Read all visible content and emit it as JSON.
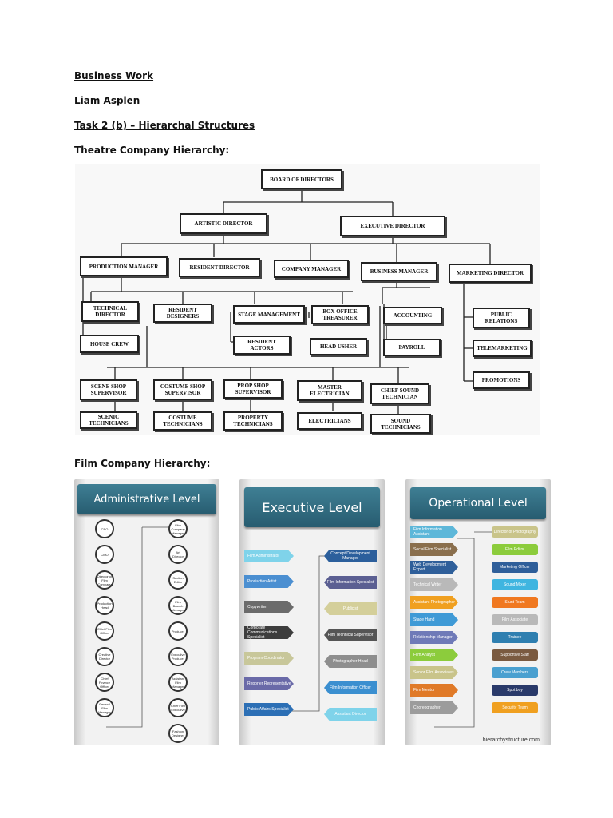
{
  "headings": {
    "line1": "Business Work",
    "line2": "Liam Asplen",
    "line3": "Task 2 (b) – Hierarchal Structures",
    "theatre_title": "Theatre Company Hierarchy:",
    "film_title": "Film Company Hierarchy:"
  },
  "theatre": {
    "board": "BOARD OF DIRECTORS",
    "artistic": "ARTISTIC DIRECTOR",
    "executive": "EXECUTIVE DIRECTOR",
    "production_manager": "PRODUCTION MANAGER",
    "resident_director": "RESIDENT DIRECTOR",
    "company_manager": "COMPANY MANAGER",
    "business_manager": "BUSINESS MANAGER",
    "marketing_director": "MARKETING DIRECTOR",
    "technical_director": "TECHNICAL DIRECTOR",
    "resident_designers": "RESIDENT DESIGNERS",
    "stage_management": "STAGE MANAGEMENT",
    "box_office": "BOX OFFICE TREASURER",
    "accounting": "ACCOUNTING",
    "public_relations": "PUBLIC RELATIONS",
    "house_crew": "HOUSE CREW",
    "resident_actors": "RESIDENT ACTORS",
    "head_usher": "HEAD USHER",
    "payroll": "PAYROLL",
    "telemarketing": "TELEMARKETING",
    "promotions": "PROMOTIONS",
    "scene_shop": "SCENE SHOP SUPERVISOR",
    "costume_shop": "COSTUME SHOP SUPERVISOR",
    "prop_shop": "PROP SHOP SUPERVISOR",
    "master_electrician": "MASTER ELECTRICIAN",
    "chief_sound": "CHIEF SOUND TECHNICIAN",
    "scenic_tech": "SCENIC TECHNICIANS",
    "costume_tech": "COSTUME TECHNICIANS",
    "property_tech": "PROPERTY TECHNICIANS",
    "electricians": "ELECTRICIANS",
    "sound_tech": "SOUND TECHNICIANS"
  },
  "film": {
    "admin": {
      "title": "Administrative Level",
      "left": [
        "CEO",
        "CMO",
        "Director of Film Company",
        "Production Head",
        "Chief Film Officer",
        "Creative Director",
        "Chief Finance Officer",
        "General Film Manager"
      ],
      "right": [
        "Film Company Manager",
        "Art Director",
        "Section Editor",
        "Film Branch Manager",
        "Producer",
        "Executive Producer",
        "Assistant Film Manager",
        "Chief Film Executive",
        "Fashion Designer"
      ]
    },
    "exec": {
      "title": "Executive Level",
      "left": [
        "Film Administrator",
        "Production Artist",
        "Copywriter",
        "Corporate Communications Specialist",
        "Program Coordinator",
        "Reporter Representative",
        "Public Affairs Specialist"
      ],
      "right": [
        "Concept Development Manager",
        "Film Information Specialist",
        "Publicist",
        "Film Technical Supervisor",
        "Photographer Head",
        "Film Information Officer",
        "Assistant Director"
      ],
      "left_colors": [
        "#7fd3ea",
        "#4b8fd1",
        "#6b6b6b",
        "#3d3d3d",
        "#c8c79a",
        "#6a6aa8",
        "#2c6fb5"
      ],
      "right_colors": [
        "#2c5f9c",
        "#5b5f92",
        "#d4cf9a",
        "#555555",
        "#8e8e8e",
        "#3b8fd0",
        "#7fd3ea"
      ]
    },
    "oper": {
      "title": "Operational Level",
      "left": [
        "Film Information Assistant",
        "Social Film Specialist",
        "Web Development Expert",
        "Technical Writer",
        "Assistant Photographer",
        "Stage Hand",
        "Relationship Manager",
        "Film Analyst",
        "Senior Film Associates",
        "Film Mentor",
        "Choreographer"
      ],
      "right": [
        "Director of Photography",
        "Film Editor",
        "Marketing Officer",
        "Sound Mixer",
        "Stunt Team",
        "Film Associate",
        "Trainee",
        "Supportive Staff",
        "Crew Members",
        "Spot boy",
        "Security Team"
      ],
      "left_colors": [
        "#5db7d9",
        "#8a6f4d",
        "#2f5f9a",
        "#b9b9b9",
        "#f0a020",
        "#3f9ad6",
        "#6f7ab8",
        "#8ccc3c",
        "#c9c48a",
        "#e07a28",
        "#9c9c9c"
      ],
      "right_colors": [
        "#c9c48a",
        "#8ccc3c",
        "#2f5f9a",
        "#3fb5e0",
        "#f07820",
        "#b9b9b9",
        "#2f7fb0",
        "#7a5a40",
        "#4aa0d0",
        "#2a3a6a",
        "#f0a020"
      ],
      "credit": "hierarchystructure.com"
    }
  }
}
